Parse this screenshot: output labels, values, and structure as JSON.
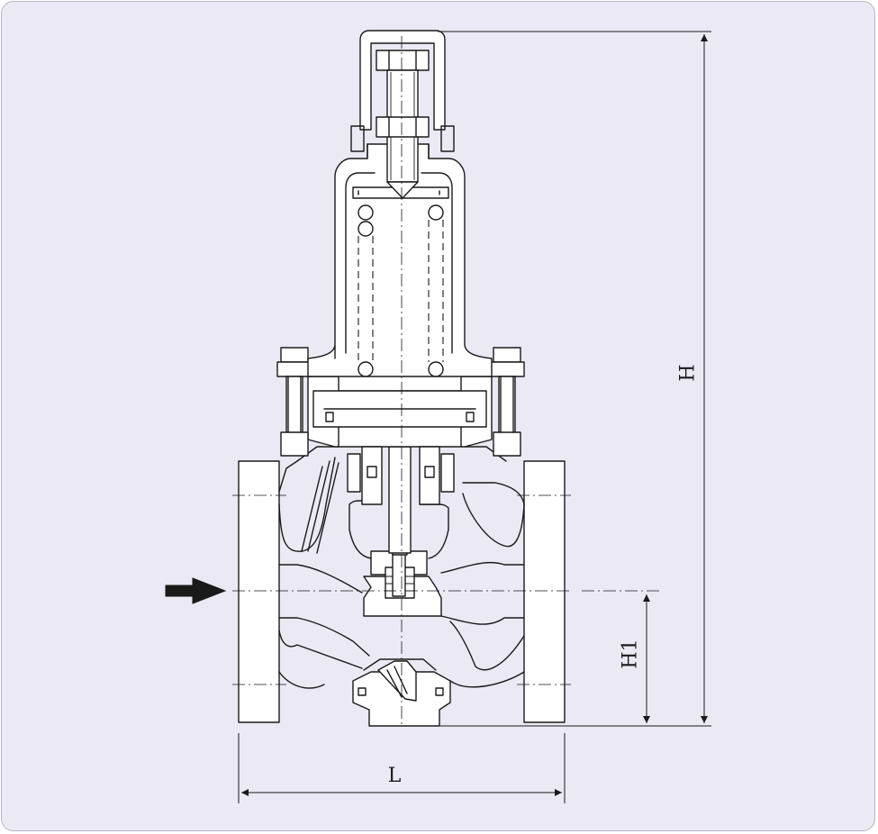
{
  "dimensions": {
    "overall_height_label": "H",
    "inlet_height_label": "H1",
    "face_to_face_label": "L"
  },
  "flow_arrow": {
    "icon": "flow-direction-arrow-icon",
    "direction": "right"
  }
}
